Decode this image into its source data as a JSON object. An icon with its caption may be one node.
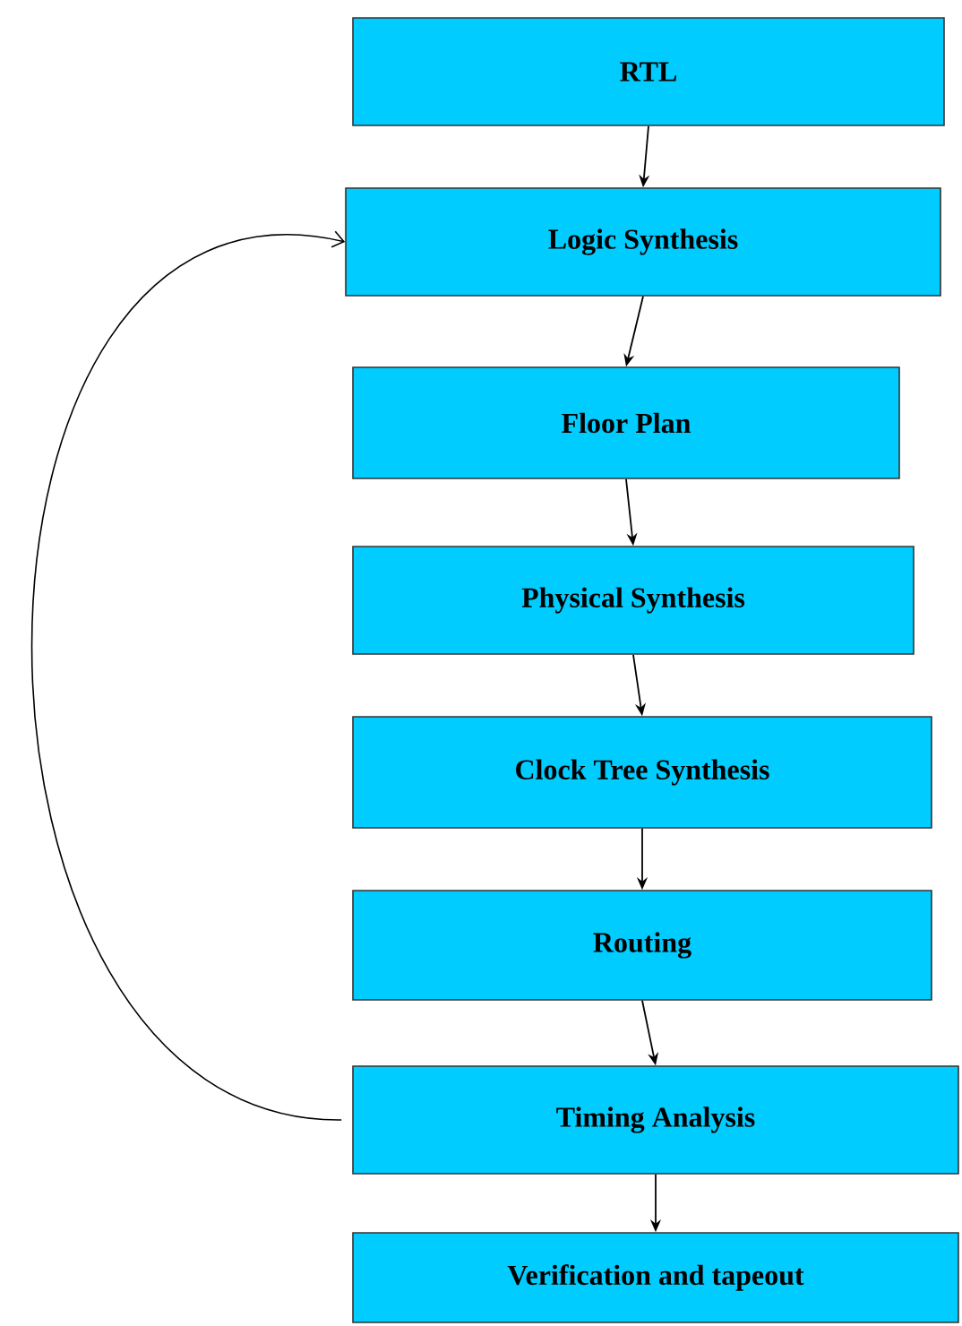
{
  "diagram": {
    "nodes": [
      {
        "text": [
          "RTL"
        ]
      },
      {
        "text": [
          "Logic Synthesis"
        ]
      },
      {
        "text": [
          "Floor Plan"
        ]
      },
      {
        "text": [
          "Physical Synthesis"
        ]
      },
      {
        "text": [
          "Clock Tree Synthesis"
        ]
      },
      {
        "text": [
          "Routing"
        ]
      },
      {
        "text": [
          "Timing Analysis"
        ]
      },
      {
        "text": [
          "Verification and tapeout"
        ]
      }
    ],
    "edges": [
      {
        "from": 0,
        "to": 1,
        "arrow": "to"
      },
      {
        "from": 1,
        "to": 2,
        "arrow": "to"
      },
      {
        "from": 2,
        "to": 3,
        "arrow": "to"
      },
      {
        "from": 3,
        "to": 4,
        "arrow": "to"
      },
      {
        "from": 4,
        "to": 5,
        "arrow": "to"
      },
      {
        "from": 5,
        "to": 6,
        "arrow": "to"
      },
      {
        "from": 6,
        "to": 7,
        "arrow": "to"
      },
      {
        "from": 6,
        "to": 1,
        "arrow": "to"
      }
    ]
  }
}
